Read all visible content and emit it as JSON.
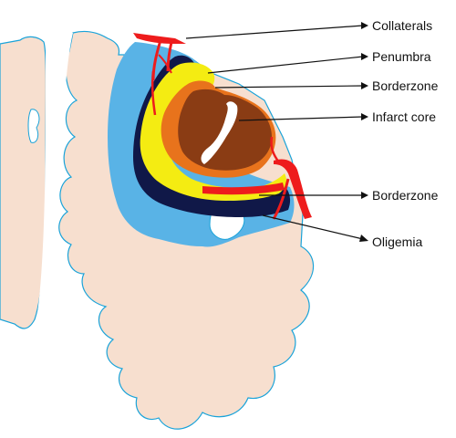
{
  "labels": {
    "collaterals": "Collaterals",
    "penumbra": "Penumbra",
    "borderzone_upper": "Borderzone",
    "infarct_core": "Infarct core",
    "borderzone_lower": "Borderzone",
    "oligemia": "Oligemia"
  },
  "colors": {
    "brain": "#f7dfcf",
    "brain_outline": "#1aa3d9",
    "oligemia": "#59b3e6",
    "borderzone": "#101848",
    "penumbra": "#f4ec12",
    "orange_rim": "#e8731c",
    "infarct_core": "#8a3c14",
    "vessels": "#ee1c1c",
    "text": "#111111"
  }
}
